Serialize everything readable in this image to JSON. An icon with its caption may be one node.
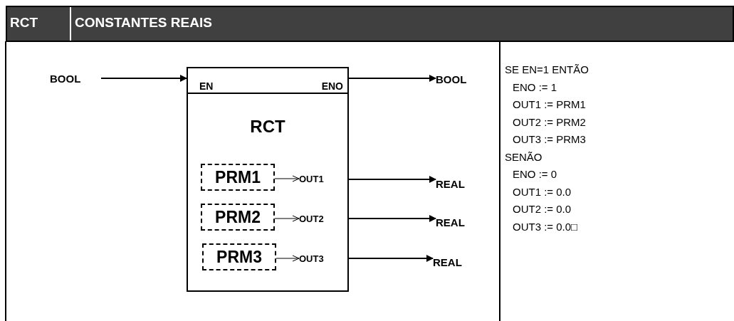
{
  "diagram": {
    "title": "CONSTANTES REAIS",
    "nodes": [
      {
        "text": [
          "BOOL"
        ]
      },
      {
        "text": [
          "RCT"
        ]
      },
      {
        "text": [
          "EN"
        ],
        "in": 1
      },
      {
        "text": [
          "ENO"
        ],
        "in": 1
      },
      {
        "text": [
          "PRM1"
        ],
        "in": 1
      },
      {
        "text": [
          "OUT1"
        ],
        "in": 1
      },
      {
        "text": [
          "PRM2"
        ],
        "in": 1
      },
      {
        "text": [
          "OUT2"
        ],
        "in": 1
      },
      {
        "text": [
          "PRM3"
        ],
        "in": 1
      },
      {
        "text": [
          "OUT3"
        ],
        "in": 1
      },
      {
        "text": [
          "BOOL"
        ]
      },
      {
        "text": [
          "REAL"
        ]
      },
      {
        "text": [
          "REAL"
        ]
      },
      {
        "text": [
          "REAL"
        ]
      }
    ],
    "edges": [
      {
        "from": 0,
        "to": 2,
        "arrow": "to"
      },
      {
        "from": 3,
        "to": 10,
        "arrow": "to"
      },
      {
        "from": 4,
        "to": 5,
        "arrow": "to"
      },
      {
        "from": 5,
        "to": 11,
        "arrow": "to"
      },
      {
        "from": 6,
        "to": 7,
        "arrow": "to"
      },
      {
        "from": 7,
        "to": 12,
        "arrow": "to"
      },
      {
        "from": 8,
        "to": 9,
        "arrow": "to"
      },
      {
        "from": 9,
        "to": 13,
        "arrow": "to"
      }
    ],
    "labels": [
      "RCT",
      "SE EN=1 ENTÃO",
      "ENO := 1",
      "OUT1 := PRM1",
      "OUT2 := PRM2",
      "OUT3 := PRM3",
      "SENÃO",
      "ENO := 0",
      "OUT1 := 0.0",
      "OUT2 := 0.0",
      "OUT3 := 0.0□"
    ]
  }
}
